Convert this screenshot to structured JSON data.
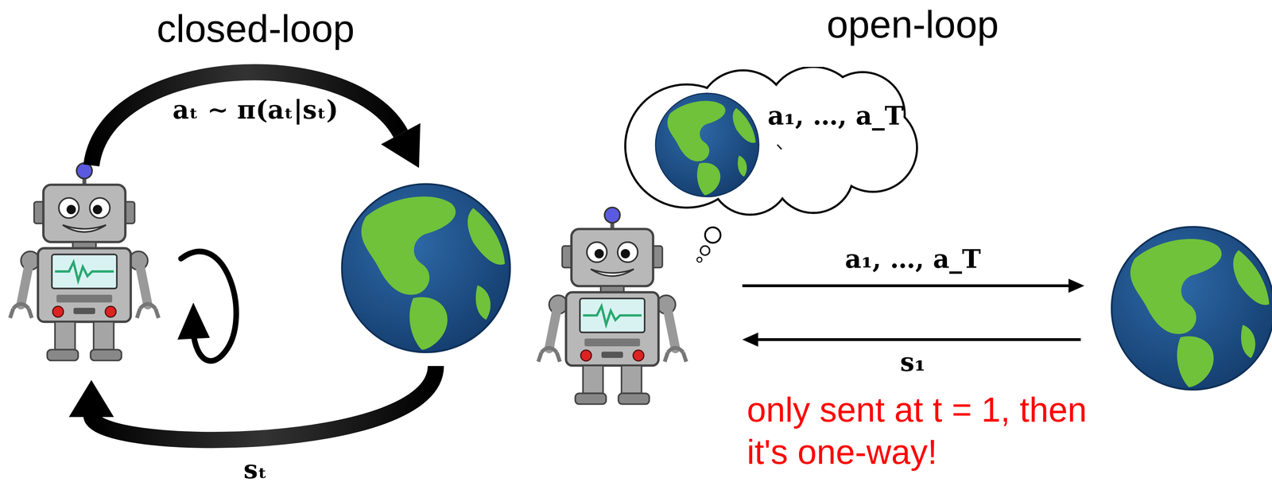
{
  "diagram": {
    "nodes": [
      {
        "text": [
          "a₁, …, a_T"
        ]
      }
    ],
    "labels": [
      "closed-loop",
      "open-loop",
      "aₜ ∼ π(aₜ|sₜ)",
      "sₜ",
      "a₁, …, a_T",
      "s₁",
      "only sent at t = 1, then it's one-way!"
    ]
  }
}
